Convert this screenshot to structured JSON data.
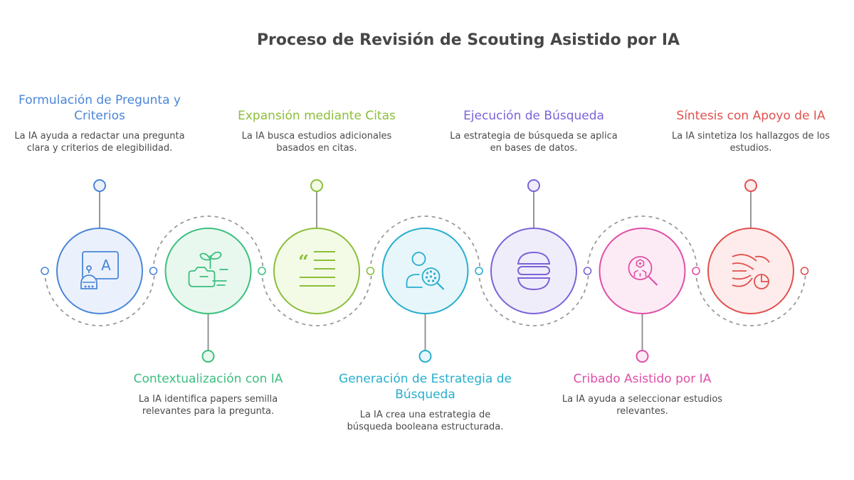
{
  "title": "Proceso de Revisión de Scouting Asistido por IA",
  "steps": [
    {
      "title": "Formulación de Pregunta y Criterios",
      "description": "La IA ayuda a redactar una pregunta clara y criterios de elegibilidad.",
      "color": "#4a86d8",
      "fill": "#ebf1fc",
      "icon": "ai-prompt-icon"
    },
    {
      "title": "Contextualización con IA",
      "description": "La IA identifica papers semilla relevantes para la pregunta.",
      "color": "#3bbf7e",
      "fill": "#e9f8ef",
      "icon": "seedling-icon"
    },
    {
      "title": "Expansión mediante Citas",
      "description": "La IA busca estudios adicionales basados en citas.",
      "color": "#8cbe3a",
      "fill": "#f3fbe6",
      "icon": "quote-lines-icon"
    },
    {
      "title": "Generación de Estrategia de Búsqueda",
      "description": "La IA crea una estrategia de búsqueda booleana estructurada.",
      "color": "#27aecd",
      "fill": "#e7f6fb",
      "icon": "person-search-icon"
    },
    {
      "title": "Ejecución de Búsqueda",
      "description": "La estrategia de búsqueda se aplica en bases de datos.",
      "color": "#7b63d8",
      "fill": "#f0edfb",
      "icon": "database-icon"
    },
    {
      "title": "Cribado Asistido por IA",
      "description": "La IA ayuda a seleccionar estudios relevantes.",
      "color": "#df4fa6",
      "fill": "#fcebf5",
      "icon": "magnifier-filter-icon"
    },
    {
      "title": "Síntesis con Apoyo de IA",
      "description": "La IA sintetiza los hallazgos de los estudios.",
      "color": "#e1504e",
      "fill": "#fdeceb",
      "icon": "synthesis-chart-icon"
    }
  ]
}
